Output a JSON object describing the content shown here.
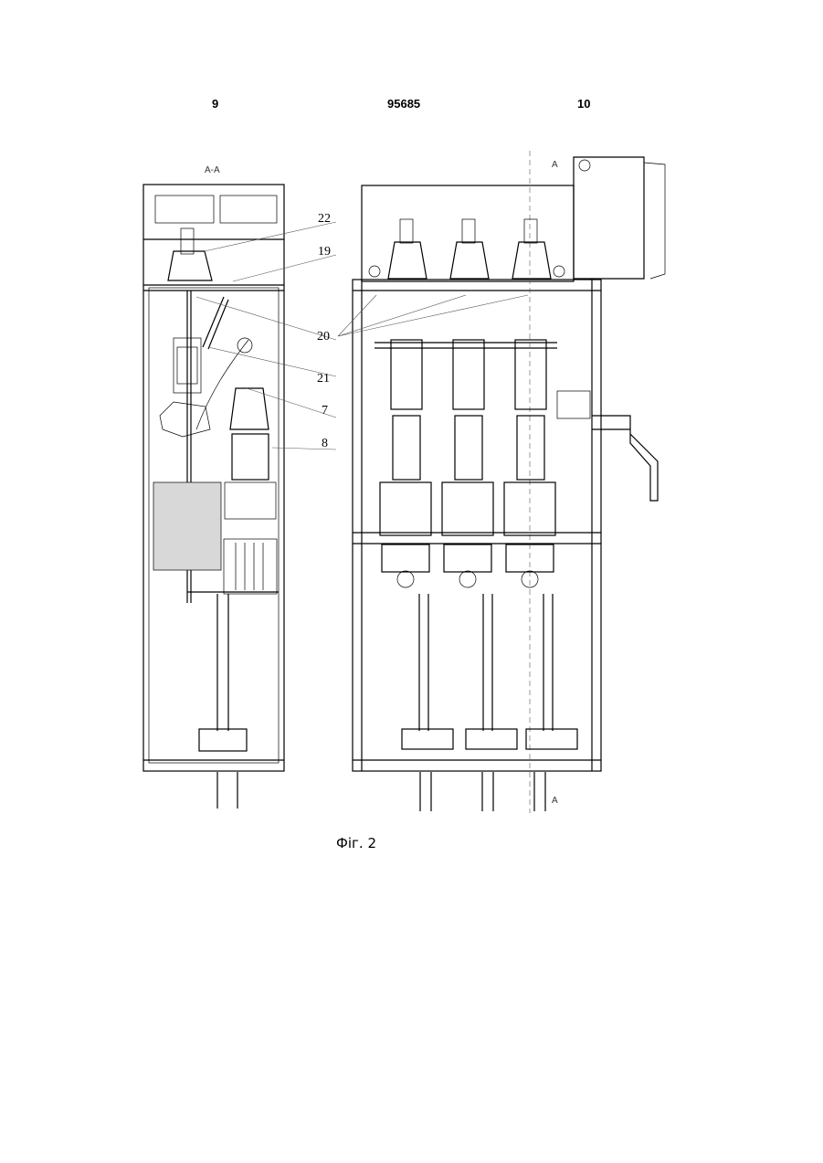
{
  "header": {
    "left_page": "9",
    "patent_number": "95685",
    "right_page": "10"
  },
  "figure": {
    "section_label": "A-A",
    "section_marker": "A",
    "reference_numerals": [
      "22",
      "19",
      "20",
      "21",
      "7",
      "8"
    ],
    "caption": "Фіг. 2"
  }
}
